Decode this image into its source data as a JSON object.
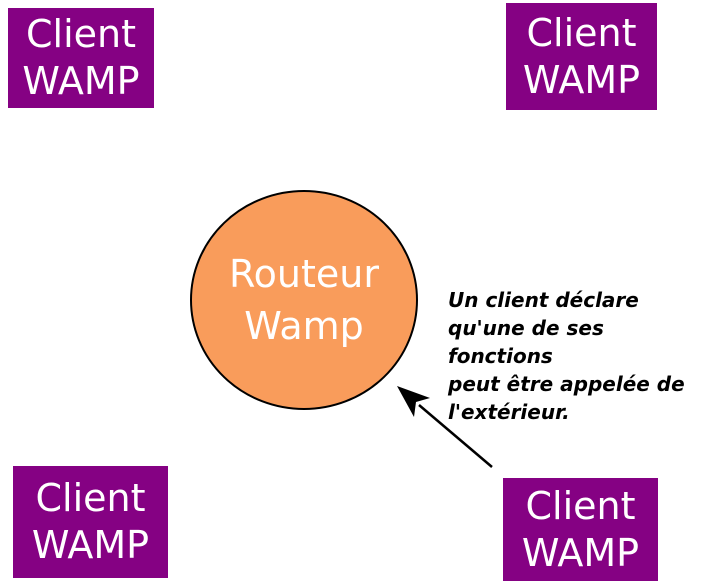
{
  "diagram": {
    "colors": {
      "background": "#ffffff",
      "client_box_fill": "#850183",
      "client_box_text": "#ffffff",
      "router_fill": "#F99C5B",
      "router_stroke": "#000000",
      "router_text": "#ffffff",
      "arrow": "#000000",
      "annotation_text": "#000000"
    },
    "clients": [
      {
        "position": "top-left",
        "line1": "Client",
        "line2": "WAMP"
      },
      {
        "position": "top-right",
        "line1": "Client",
        "line2": "WAMP"
      },
      {
        "position": "bottom-left",
        "line1": "Client",
        "line2": "WAMP"
      },
      {
        "position": "bottom-right",
        "line1": "Client",
        "line2": "WAMP"
      }
    ],
    "router": {
      "line1": "Routeur",
      "line2": "Wamp"
    },
    "annotation": {
      "text": "Un client déclare\nqu'une de ses fonctions\npeut être appelée de\nl'extérieur."
    }
  }
}
